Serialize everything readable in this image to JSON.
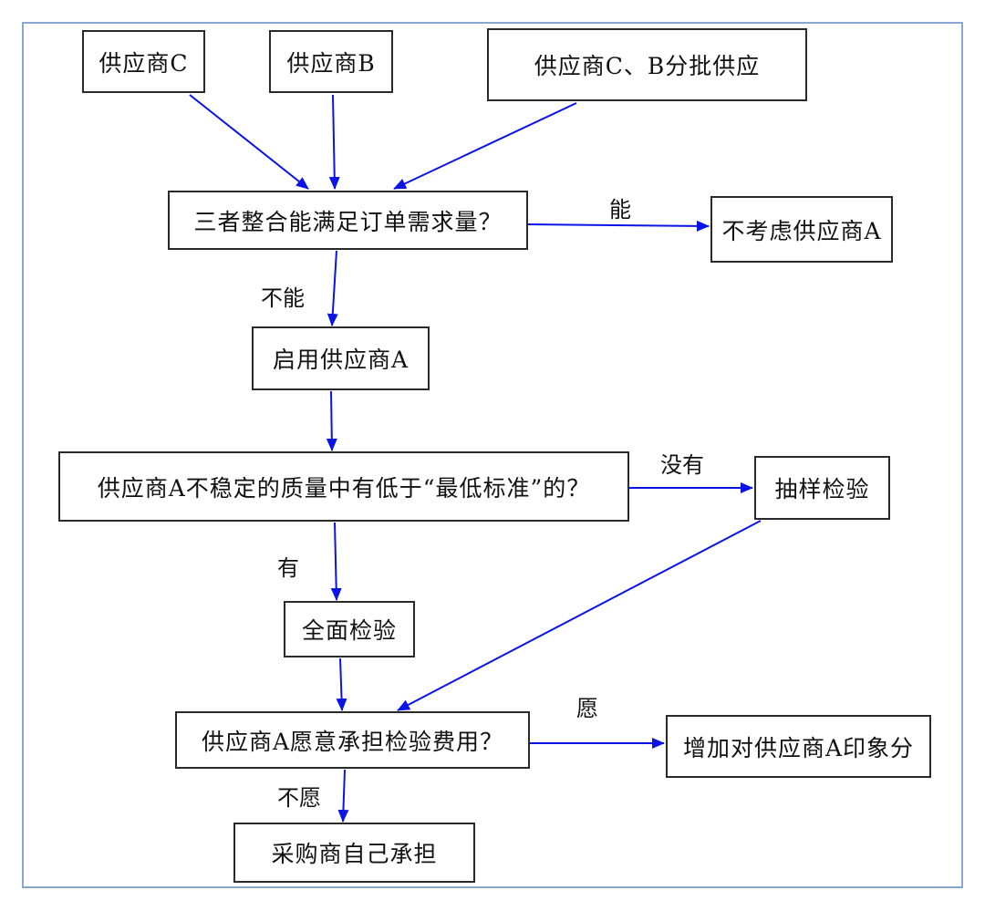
{
  "diagram": {
    "edge_color": "#0a14e6",
    "frame_color": "#8aa6d2",
    "nodes": {
      "supplier_c": "供应商C",
      "supplier_b": "供应商B",
      "supplier_cb_batch": "供应商C、B分批供应",
      "decision_meet_demand": "三者整合能满足订单需求量？",
      "not_consider_a": "不考虑供应商A",
      "enable_a": "启用供应商A",
      "decision_quality": "供应商A不稳定的质量中有低于“最低标准”的？",
      "sample_inspection": "抽样检验",
      "full_inspection": "全面检验",
      "decision_pay_cost": "供应商A愿意承担检验费用？",
      "increase_impression": "增加对供应商A印象分",
      "buyer_bears": "采购商自己承担"
    },
    "edge_labels": {
      "can": "能",
      "cannot": "不能",
      "no": "没有",
      "yes": "有",
      "willing": "愿",
      "unwilling": "不愿"
    },
    "edges": [
      {
        "from": "supplier_c",
        "to": "decision_meet_demand"
      },
      {
        "from": "supplier_b",
        "to": "decision_meet_demand"
      },
      {
        "from": "supplier_cb_batch",
        "to": "decision_meet_demand"
      },
      {
        "from": "decision_meet_demand",
        "to": "not_consider_a",
        "label": "能"
      },
      {
        "from": "decision_meet_demand",
        "to": "enable_a",
        "label": "不能"
      },
      {
        "from": "enable_a",
        "to": "decision_quality"
      },
      {
        "from": "decision_quality",
        "to": "sample_inspection",
        "label": "没有"
      },
      {
        "from": "decision_quality",
        "to": "full_inspection",
        "label": "有"
      },
      {
        "from": "full_inspection",
        "to": "decision_pay_cost"
      },
      {
        "from": "sample_inspection",
        "to": "decision_pay_cost"
      },
      {
        "from": "decision_pay_cost",
        "to": "increase_impression",
        "label": "愿"
      },
      {
        "from": "decision_pay_cost",
        "to": "buyer_bears",
        "label": "不愿"
      }
    ]
  }
}
